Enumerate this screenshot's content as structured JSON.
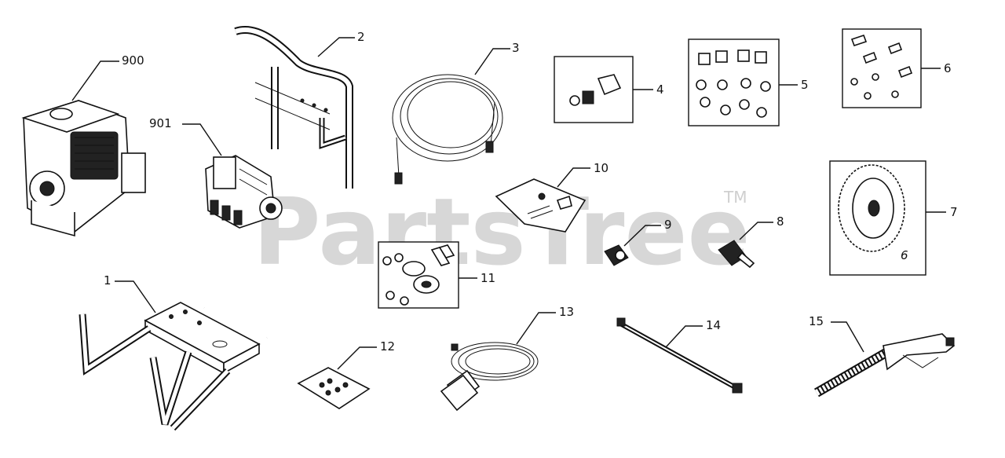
{
  "watermark": {
    "text": "PartsTree",
    "trademark": "TM"
  },
  "callouts": [
    {
      "key": "900",
      "label": "900"
    },
    {
      "key": "901",
      "label": "901"
    },
    {
      "key": "1",
      "label": "1"
    },
    {
      "key": "2",
      "label": "2"
    },
    {
      "key": "3",
      "label": "3"
    },
    {
      "key": "4",
      "label": "4"
    },
    {
      "key": "5",
      "label": "5"
    },
    {
      "key": "6",
      "label": "6"
    },
    {
      "key": "7",
      "label": "7"
    },
    {
      "key": "8",
      "label": "8"
    },
    {
      "key": "9",
      "label": "9"
    },
    {
      "key": "10",
      "label": "10"
    },
    {
      "key": "11",
      "label": "11"
    },
    {
      "key": "12",
      "label": "12"
    },
    {
      "key": "13",
      "label": "13"
    },
    {
      "key": "14",
      "label": "14"
    },
    {
      "key": "15",
      "label": "15"
    }
  ],
  "part7_mark": "6"
}
